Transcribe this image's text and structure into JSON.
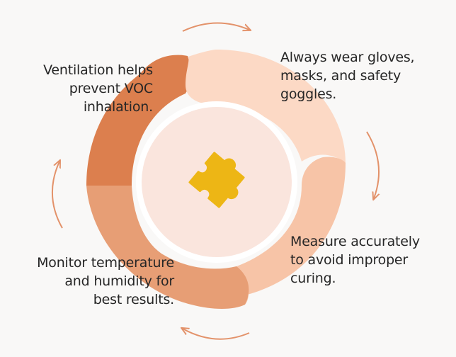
{
  "colors": {
    "background": "#f9f8f7",
    "segment_top_left": "#dc7f4e",
    "segment_top_right": "#fcd9c5",
    "segment_bottom_right": "#f7c4a7",
    "segment_bottom_left": "#e79e75",
    "center_circle": "#fae5dd",
    "center_ring": "#ffffff",
    "arrows": "#e3926a",
    "puzzle": "#edb615"
  },
  "center_icon": "puzzle-piece-icon",
  "steps": [
    {
      "id": "top-right",
      "text": "Always wear gloves,\nmasks, and safety\ngoggles."
    },
    {
      "id": "bottom-right",
      "text": "Measure accurately\nto avoid improper\ncuring."
    },
    {
      "id": "bottom-left",
      "text": "Monitor temperature\nand humidity for\nbest results."
    },
    {
      "id": "top-left",
      "text": "Ventilation helps\nprevent VOC\ninhalation."
    }
  ]
}
